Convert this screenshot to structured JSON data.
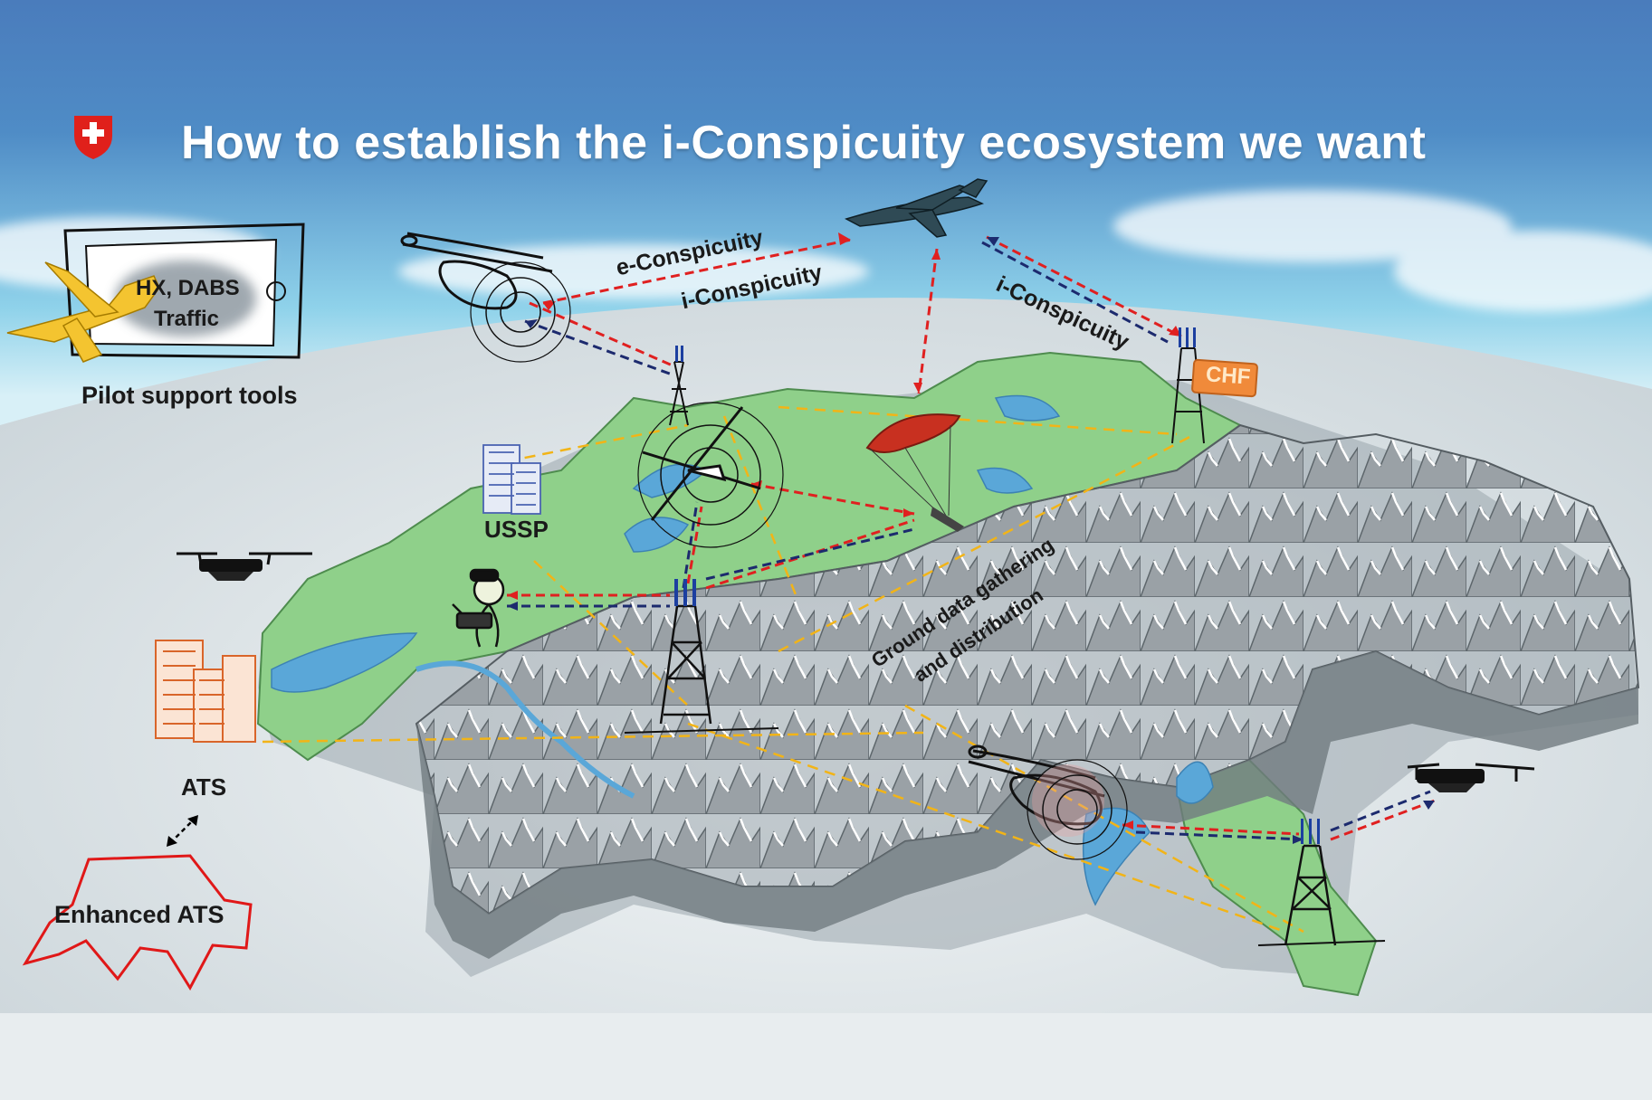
{
  "title": "How to establish the i-Conspicuity ecosystem we want",
  "flag_icon": "swiss-flag-icon",
  "pilot_tool": {
    "screen_line1": "HX, DABS",
    "screen_line2": "Traffic",
    "caption": "Pilot support tools"
  },
  "labels": {
    "e_conspicuity": "e-Conspicuity",
    "i_conspicuity_left": "i-Conspicuity",
    "i_conspicuity_right": "i-Conspicuity",
    "chf": "CHF",
    "ussp": "USSP",
    "ats": "ATS",
    "enhanced_ats": "Enhanced ATS",
    "ground_line1": "Ground data gathering",
    "ground_line2": "and distribution"
  },
  "colors": {
    "red_link": "#e02020",
    "blue_link": "#1c2a6e",
    "yellow_link": "#f2b417",
    "land": "#8fd08a",
    "mountain": "#8c9499",
    "water": "#5aa7d8",
    "swiss_red": "#e0201b"
  }
}
